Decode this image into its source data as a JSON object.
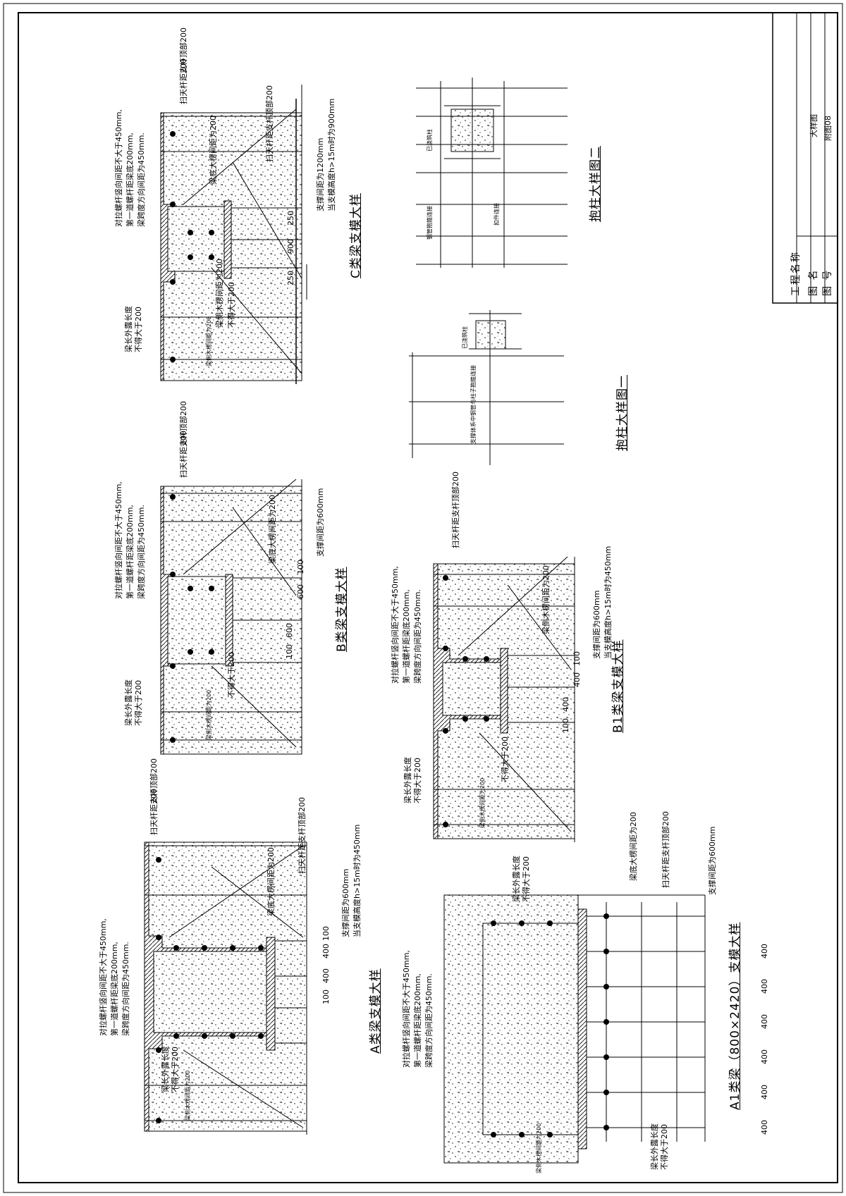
{
  "title_block": {
    "project_label": "工程名称",
    "drawing_name_label": "图 名",
    "drawing_no_label": "图 号",
    "drawing_name": "大样图",
    "drawing_no": "附图08"
  },
  "details": {
    "c": {
      "title": "C类梁支模大样",
      "note_top": [
        "对拉螺杆竖向间距不大于450mm,",
        "第一道螺杆距梁底200mm,",
        "梁跨度方向间距为450mm."
      ],
      "sweep_rod": "扫天杆距支杆顶部200",
      "top_200": "200",
      "left_200": "200",
      "label_face": "梁底大楞间距为200",
      "label_under": "扫天杆距支杆顶部200",
      "dim_notes": [
        "支撑间距为1200mm",
        "当支模高度h>15m时为900mm"
      ],
      "dims": [
        "250",
        "900",
        "250"
      ],
      "bottom_notes": [
        "梁侧木楞间距为200",
        "不得大于200",
        "梁侧木楞间距为200",
        "梁长外露长度",
        "不得大于200"
      ]
    },
    "b": {
      "title": "B类梁支模大样",
      "note_top": [
        "对拉螺杆竖向间距不大于450mm,",
        "第一道螺杆距梁底200mm,",
        "梁跨度方向间距为450mm."
      ],
      "sweep_rod": "扫天杆距支杆顶部200",
      "top_200": "200",
      "label_face": "梁底大楞间距为200",
      "dim_notes": [
        "支撑间距为600mm"
      ],
      "dims": [
        "100",
        "600",
        "600",
        "100"
      ],
      "bottom_notes": [
        "梁侧木楞间距为200",
        "梁长外露长度",
        "不得大于200",
        "不得大于200"
      ]
    },
    "b1": {
      "title": "B1类梁支模大样",
      "note_top": [
        "对拉螺杆竖向间距不大于450mm,",
        "第一道螺杆距梁底200mm,",
        "梁跨度方向间距为450mm."
      ],
      "sweep_rod": "扫天杆距支杆顶部200",
      "label_face": "梁侧木楞间距为200",
      "label_200": "200",
      "dim_notes": [
        "支撑间距为600mm",
        "当支模高度h>15m时为450mm"
      ],
      "dims": [
        "100",
        "400",
        "400",
        "100"
      ],
      "bottom_notes": [
        "梁侧木楞间距为200",
        "梁长外露长度",
        "不得大于200",
        "不得大于200"
      ]
    },
    "a": {
      "title": "A类梁支模大样",
      "note_top": [
        "对拉螺杆竖向间距不大于450mm,",
        "第一道螺杆距梁底200mm,",
        "梁跨度方向间距为450mm."
      ],
      "sweep_rod": "扫天杆距支杆顶部200",
      "top_200": "200",
      "label_face": "梁底大楞间距为200",
      "label_under": "扫天杆距支杆顶部200",
      "dim_notes": [
        "支撑间距为600mm",
        "当支模高度h>15m时为450mm"
      ],
      "dims": [
        "100",
        "400",
        "400",
        "100"
      ],
      "bottom_notes": [
        "梁侧木楞间距为200",
        "梁长外露长度",
        "不得大于200"
      ]
    },
    "a1": {
      "title": "A1类梁（800×2420）支模大样",
      "note_top": [
        "对拉螺杆竖向间距不大于450mm,",
        "第一道螺杆距梁底200mm,",
        "梁跨度方向间距为450mm."
      ],
      "label_1": "梁长外露长度",
      "label_1b": "不得大于200",
      "label_2": "梁底大楞间距为200",
      "label_3": "扫天杆距支杆顶部200",
      "label_4": "支撑间距为600mm",
      "dims": [
        "400",
        "400",
        "400",
        "400",
        "400",
        "400"
      ],
      "bottom_notes": [
        "梁侧木楞间距为200",
        "梁长外露长度",
        "不得大于200"
      ]
    },
    "col1": {
      "title": "抱柱大样图一",
      "labels": [
        "已浇筑柱",
        "支撑体系中钢管与柱子抱箍连接"
      ]
    },
    "col2": {
      "title": "抱柱大样图二",
      "labels": [
        "已浇筑柱",
        "钢管抱箍连接",
        "扣件连接"
      ]
    }
  }
}
